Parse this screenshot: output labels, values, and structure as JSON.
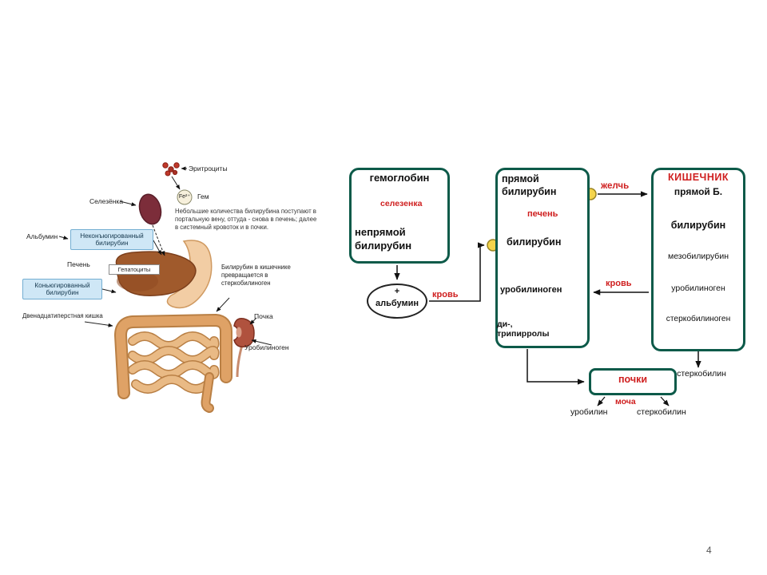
{
  "slide": {
    "page_number": "4"
  },
  "anatomy": {
    "erythrocytes": "Эритроциты",
    "spleen": "Селезёнка",
    "fe": "Fe²⁺",
    "heme": "Гем",
    "note": "Небольшие количества билирубина поступают в портальную вену, оттуда - снова в печень; далее в системный кровоток и в почки.",
    "albumin": "Альбумин",
    "unconjugated": "Неконъюгированный билирубин",
    "liver": "Печень",
    "hepatocytes": "Гепатоциты",
    "conjugated": "Коньюгированный билирубин",
    "intestine_note": "Билирубин в кишечнике превращается в стеркобилиноген",
    "duodenum": "Двенадцатиперстная кишка",
    "kidney": "Почка",
    "urobilinogen": "Уробилиноген"
  },
  "flowchart": {
    "hemoglobin_box": {
      "hemoglobin": "гемоглобин",
      "spleen": "селезенка",
      "indirect_line1": "непрямой",
      "indirect_line2": "билирубин"
    },
    "albumin_oval": {
      "plus": "+",
      "albumin": "альбумин"
    },
    "blood_to_liver": "кровь",
    "liver_box": {
      "direct_line1": "прямой",
      "direct_line2": "билирубин",
      "liver": "печень",
      "bilirubin": "билирубин",
      "urobilinogen": "уробилиноген",
      "pyrroles": "ди-, трипирролы"
    },
    "bile": "желчь",
    "intestine_box": {
      "title": "КИШЕЧНИК",
      "direct": "прямой Б.",
      "bilirubin": "билирубин",
      "mesobilirubin": "мезобилирубин",
      "urobilinogen": "уробилиноген",
      "stercobilinogen": "стеркобилиноген"
    },
    "blood_return": "кровь",
    "stercobilin_right": "стеркобилин",
    "kidneys": "почки",
    "urine": "моча",
    "urobilin": "уробилин",
    "stercobilin_bottom": "стеркобилин"
  }
}
